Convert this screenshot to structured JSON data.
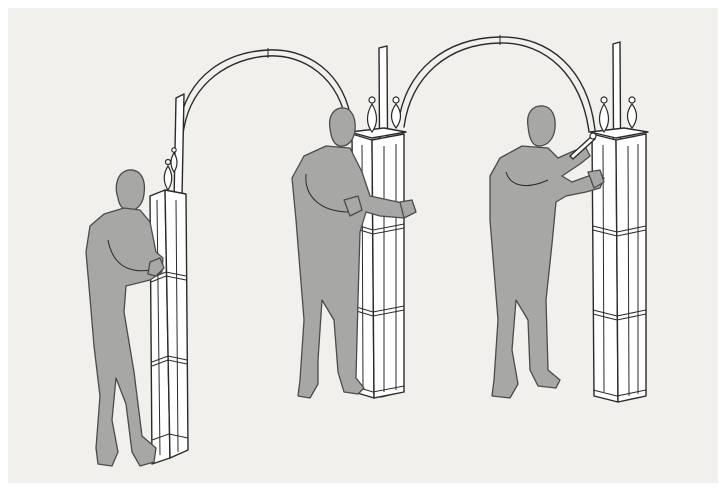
{
  "illustration": {
    "subject_icon": "garden-arch-assembly-icon",
    "background_color": "#f1f0ec",
    "figure_color": "#a7a7a5",
    "outline_color": "#2a2a2a",
    "steps": [
      {
        "name": "step-1",
        "icon": "person-holding-panel-icon"
      },
      {
        "name": "step-2",
        "icon": "person-raising-arch-icon"
      },
      {
        "name": "step-3",
        "icon": "person-tightening-bolt-icon"
      }
    ]
  }
}
